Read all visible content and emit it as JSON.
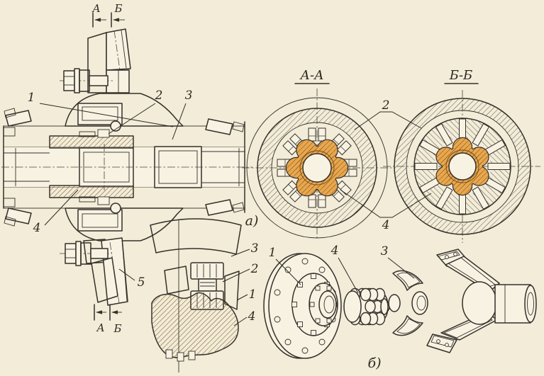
{
  "figure": {
    "paper_color": "#f2ecd8",
    "ink_color": "#35302a",
    "highlight_color": "#e9a74d"
  },
  "main_view": {
    "section_plane_top": {
      "a": "А",
      "b": "Б"
    },
    "section_plane_bottom": {
      "a": "А",
      "b": "Б"
    },
    "callouts": {
      "c1": "1",
      "c2": "2",
      "c3": "3",
      "c4": "4",
      "c5": "5"
    }
  },
  "section_aa": {
    "title": "А-А"
  },
  "section_bb": {
    "title": "Б-Б"
  },
  "shared_callouts": {
    "race": "2",
    "cam": "4"
  },
  "detail_view": {
    "label": "а)",
    "callouts": {
      "c3": "3",
      "c2": "2",
      "c1": "1",
      "c4": "4"
    }
  },
  "exploded_view": {
    "label": "б)",
    "callouts": {
      "c1": "1",
      "c4": "4",
      "c3": "3"
    }
  }
}
